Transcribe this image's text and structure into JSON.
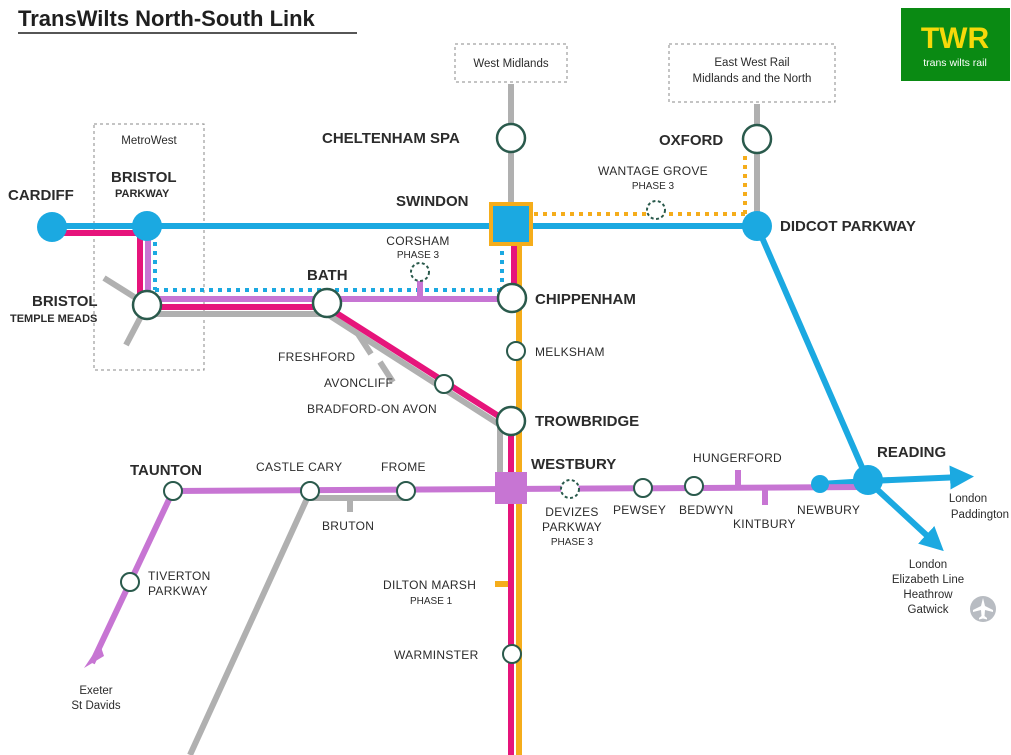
{
  "title": "TransWilts North-South Link",
  "logo": {
    "mark": "TWR",
    "tagline": "trans wilts rail"
  },
  "colors": {
    "gwml_blue": "#1ba9e1",
    "transwilts_magenta": "#e6147b",
    "local_purple": "#c775d3",
    "north_south_orange": "#f5ad1b",
    "other_grey": "#b0b0b0",
    "logo_green": "#0a8a13",
    "logo_yellow": "#f5d90a"
  },
  "boxes": {
    "west_midlands": "West Midlands",
    "east_west_1": "East West Rail",
    "east_west_2": "Midlands and the North",
    "metrowest": "MetroWest"
  },
  "stations": {
    "cardiff": "CARDIFF",
    "bristol_parkway_1": "BRISTOL",
    "bristol_parkway_2": "PARKWAY",
    "swindon": "SWINDON",
    "cheltenham": "CHELTENHAM SPA",
    "oxford": "OXFORD",
    "wantage": "WANTAGE GROVE",
    "wantage_phase": "PHASE 3",
    "didcot": "DIDCOT PARKWAY",
    "corsham": "CORSHAM",
    "corsham_phase": "PHASE 3",
    "bath": "BATH",
    "chippenham": "CHIPPENHAM",
    "btm_1": "BRISTOL",
    "btm_2": "TEMPLE MEADS",
    "melksham": "MELKSHAM",
    "freshford": "FRESHFORD",
    "avoncliff": "AVONCLIFF",
    "bradford": "BRADFORD-ON AVON",
    "trowbridge": "TROWBRIDGE",
    "westbury": "WESTBURY",
    "taunton": "TAUNTON",
    "castle_cary": "CASTLE CARY",
    "frome": "FROME",
    "bruton": "BRUTON",
    "devizes_1": "DEVIZES",
    "devizes_2": "PARKWAY",
    "devizes_phase": "PHASE 3",
    "pewsey": "PEWSEY",
    "bedwyn": "BEDWYN",
    "hungerford": "HUNGERFORD",
    "kintbury": "KINTBURY",
    "newbury": "NEWBURY",
    "reading": "READING",
    "tiverton_1": "TIVERTON",
    "tiverton_2": "PARKWAY",
    "dilton": "DILTON MARSH",
    "dilton_phase": "PHASE 1",
    "warminster": "WARMINSTER"
  },
  "destinations": {
    "paddington_1": "London",
    "paddington_2": "Paddington",
    "elizabeth_1": "London",
    "elizabeth_2": "Elizabeth Line",
    "elizabeth_3": "Heathrow",
    "elizabeth_4": "Gatwick",
    "exeter_1": "Exeter",
    "exeter_2": "St Davids"
  },
  "icons": {
    "airport": "airplane-icon"
  }
}
